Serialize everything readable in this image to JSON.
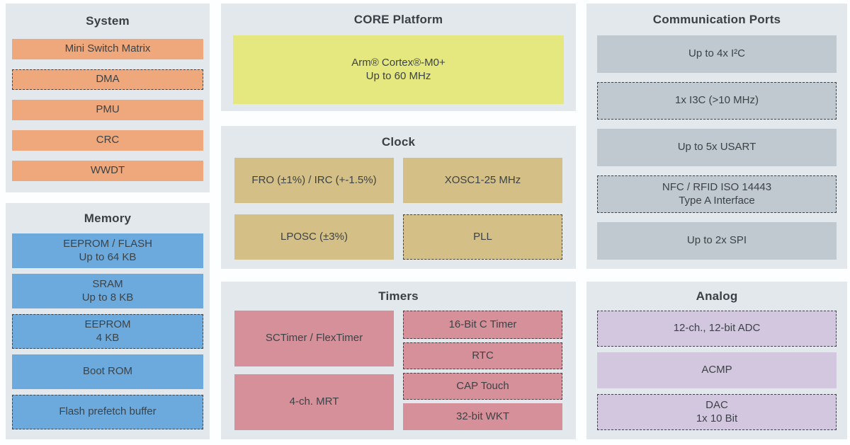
{
  "panels": {
    "system": {
      "title": "System",
      "blocks": [
        {
          "label": "Mini Switch Matrix",
          "dashed": false
        },
        {
          "label": "DMA",
          "dashed": true
        },
        {
          "label": "PMU",
          "dashed": false
        },
        {
          "label": "CRC",
          "dashed": false
        },
        {
          "label": "WWDT",
          "dashed": false
        }
      ]
    },
    "memory": {
      "title": "Memory",
      "blocks": [
        {
          "line1": "EEPROM / FLASH",
          "line2": "Up to 64 KB",
          "dashed": false
        },
        {
          "line1": "SRAM",
          "line2": "Up to 8 KB",
          "dashed": false
        },
        {
          "line1": "EEPROM",
          "line2": "4 KB",
          "dashed": true
        },
        {
          "line1": "Boot ROM",
          "dashed": false
        },
        {
          "line1": "Flash prefetch buffer",
          "dashed": true
        }
      ]
    },
    "core": {
      "title": "CORE Platform",
      "block": {
        "line1": "Arm® Cortex®-M0+",
        "line2": "Up to 60 MHz",
        "dashed": false
      }
    },
    "clock": {
      "title": "Clock",
      "blocks": [
        {
          "label": "FRO (±1%) / IRC (+-1.5%)",
          "dashed": false
        },
        {
          "label": "XOSC1-25 MHz",
          "dashed": false
        },
        {
          "label": "LPOSC (±3%)",
          "dashed": false
        },
        {
          "label": "PLL",
          "dashed": true
        }
      ]
    },
    "timers": {
      "title": "Timers",
      "left": [
        {
          "label": "SCTimer / FlexTimer",
          "dashed": false
        },
        {
          "label": "4-ch. MRT",
          "dashed": false
        }
      ],
      "right": [
        {
          "label": "16-Bit C Timer",
          "dashed": true
        },
        {
          "label": "RTC",
          "dashed": true
        },
        {
          "label": "CAP Touch",
          "dashed": true
        },
        {
          "label": "32-bit WKT",
          "dashed": false
        }
      ]
    },
    "comm": {
      "title": "Communication Ports",
      "blocks": [
        {
          "label": "Up to 4x I²C",
          "dashed": false
        },
        {
          "label": "1x I3C (>10 MHz)",
          "dashed": true
        },
        {
          "label": "Up to 5x USART",
          "dashed": false
        },
        {
          "line1": "NFC / RFID ISO 14443",
          "line2": "Type A Interface",
          "dashed": true
        },
        {
          "label": "Up to 2x SPI",
          "dashed": false
        }
      ]
    },
    "analog": {
      "title": "Analog",
      "blocks": [
        {
          "label": "12-ch., 12-bit ADC",
          "dashed": true
        },
        {
          "label": "ACMP",
          "dashed": false
        },
        {
          "line1": "DAC",
          "line2": "1x 10 Bit",
          "dashed": true
        }
      ]
    }
  },
  "colors": {
    "page_bg": "#fdfeff",
    "panel_bg": "#e2e8eb",
    "heading_text": "#3a4045",
    "block_text": "#3c4347",
    "dashed_border": "#3e4347",
    "system_block": "#efa77c",
    "memory_block": "#6caade",
    "core_block": "#e5e77f",
    "clock_block": "#d4bf86",
    "timers_block": "#d6909a",
    "comm_block": "#c0c8d0",
    "analog_block": "#d2c7de"
  }
}
